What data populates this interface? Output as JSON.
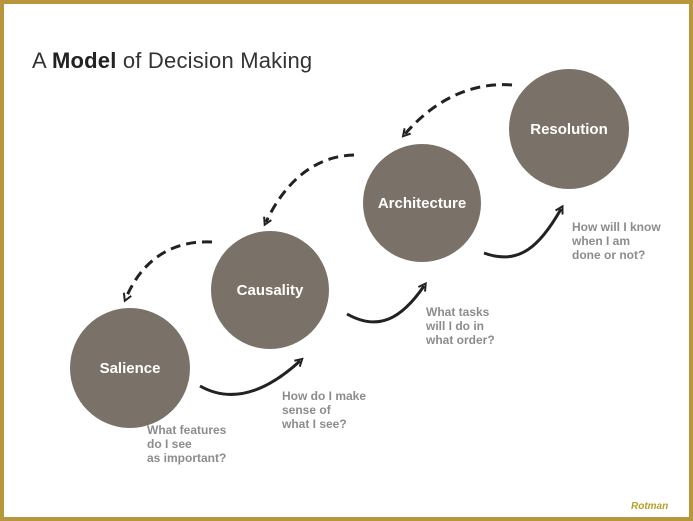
{
  "title": {
    "prefix": "A",
    "bold": "Model",
    "suffix": "of Decision Making"
  },
  "stages": [
    {
      "label": "Salience",
      "question": [
        "What features",
        "do I see",
        "as important?"
      ]
    },
    {
      "label": "Causality",
      "question": [
        "How do I make",
        "sense of",
        "what I see?"
      ]
    },
    {
      "label": "Architecture",
      "question": [
        "What tasks",
        "will I do in",
        "what order?"
      ]
    },
    {
      "label": "Resolution",
      "question": [
        "How will I know",
        "when I am",
        "done or not?"
      ]
    }
  ],
  "brand": "Rotman",
  "colors": {
    "border": "#b8963c",
    "circle": "#7a7268",
    "question_text": "#8c8c8c",
    "brand": "#b5a22a"
  }
}
